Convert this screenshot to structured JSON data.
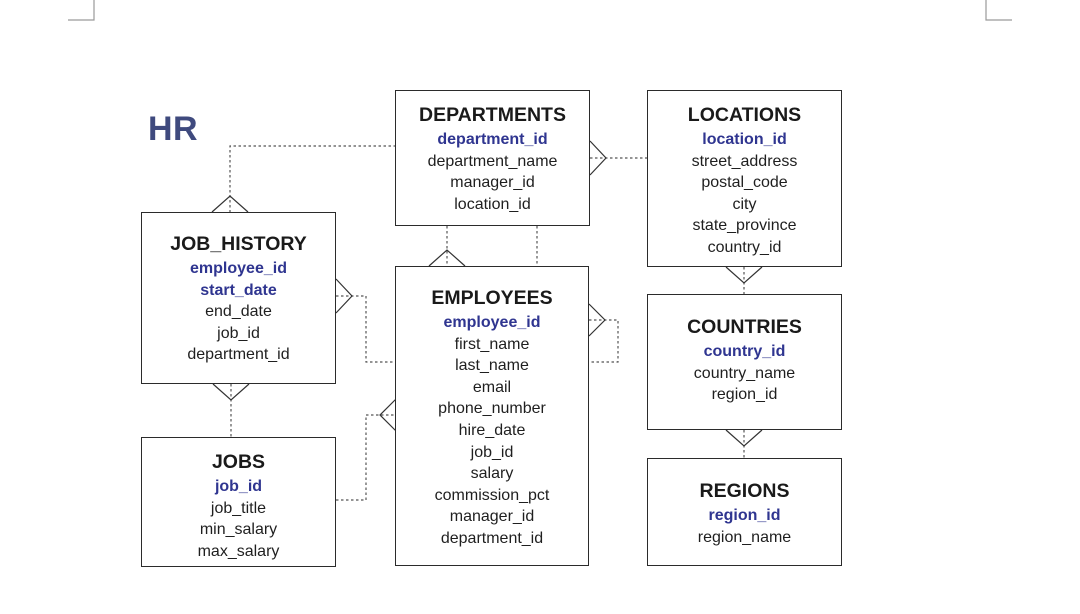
{
  "schema": {
    "title": "HR"
  },
  "colors": {
    "primary_key": "#2f3590",
    "border": "#2b2b2b",
    "title": "#3f4a7e"
  },
  "entities": {
    "departments": {
      "name": "DEPARTMENTS",
      "primary_key": [
        "department_id"
      ],
      "fields": [
        "department_name",
        "manager_id",
        "location_id"
      ]
    },
    "locations": {
      "name": "LOCATIONS",
      "primary_key": [
        "location_id"
      ],
      "fields": [
        "street_address",
        "postal_code",
        "city",
        "state_province",
        "country_id"
      ]
    },
    "job_history": {
      "name": "JOB_HISTORY",
      "primary_key": [
        "employee_id",
        "start_date"
      ],
      "fields": [
        "end_date",
        "job_id",
        "department_id"
      ]
    },
    "employees": {
      "name": "EMPLOYEES",
      "primary_key": [
        "employee_id"
      ],
      "fields": [
        "first_name",
        "last_name",
        "email",
        "phone_number",
        "hire_date",
        "job_id",
        "salary",
        "commission_pct",
        "manager_id",
        "department_id"
      ]
    },
    "countries": {
      "name": "COUNTRIES",
      "primary_key": [
        "country_id"
      ],
      "fields": [
        "country_name",
        "region_id"
      ]
    },
    "jobs": {
      "name": "JOBS",
      "primary_key": [
        "job_id"
      ],
      "fields": [
        "job_title",
        "min_salary",
        "max_salary"
      ]
    },
    "regions": {
      "name": "REGIONS",
      "primary_key": [
        "region_id"
      ],
      "fields": [
        "region_name"
      ]
    }
  }
}
